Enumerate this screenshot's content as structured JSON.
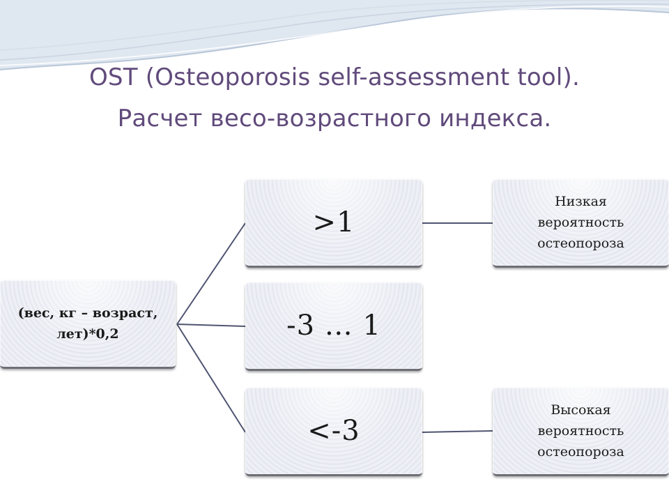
{
  "slide": {
    "title_line1": "OST (Osteoporosis self-assessment tool).",
    "title_line2": "Расчет весо-возрастного индекса.",
    "title_color": "#604a7b"
  },
  "diagram": {
    "root": "(вес, кг – возраст,\nлет)*0,2",
    "branches": [
      {
        "label": ">1",
        "result": "Низкая\nвероятность\nостеопороза"
      },
      {
        "label": "-3 … 1",
        "result": ""
      },
      {
        "label": "<-3",
        "result": "Высокая\nвероятность\nостеопороза"
      }
    ],
    "connector_color": "#4f5470"
  }
}
